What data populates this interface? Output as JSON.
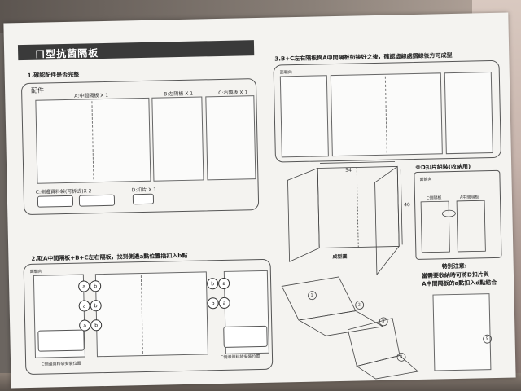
{
  "title": "ㄇ型抗菌隔板",
  "step1": {
    "heading": "1.確認配件是否完整",
    "box_label": "配件",
    "part_a": "A:中間隔板 X 1",
    "part_b": "B:左隔板 X 1",
    "part_c": "C:右隔板 X 1",
    "part_c2": "C:側邊資料袋(可拆式)X 2",
    "part_d": "D:扣片 X 1"
  },
  "step2": {
    "heading": "2.取A中間隔板+B+C左右隔板，找到側邊a點位置插扣入b點",
    "back_label": "面朝向",
    "note_left": "C側邊資料袋安裝位置",
    "note_right": "C側邊資料袋安裝位置",
    "point_a": "a",
    "point_b": "b"
  },
  "step3": {
    "heading": "3.B+C左右隔板與A中間隔板衔接好之後，確認虛線處摺線後方可成型",
    "back_label": "面朝向",
    "dim_width": "54",
    "dim_height": "40",
    "form_label": "成型圖"
  },
  "d_section": {
    "heading": "※D扣片組裝(收納用)",
    "back_label": "面朝向",
    "c_label": "C側隔板",
    "a_label": "A中間隔板",
    "note_title": "特別注意:",
    "note_line1": "當需要收納時可將D扣片與",
    "note_line2": "A中間隔板的a點扣入d點結合"
  },
  "steps_circled": [
    "1",
    "2",
    "3",
    "4",
    "5"
  ]
}
